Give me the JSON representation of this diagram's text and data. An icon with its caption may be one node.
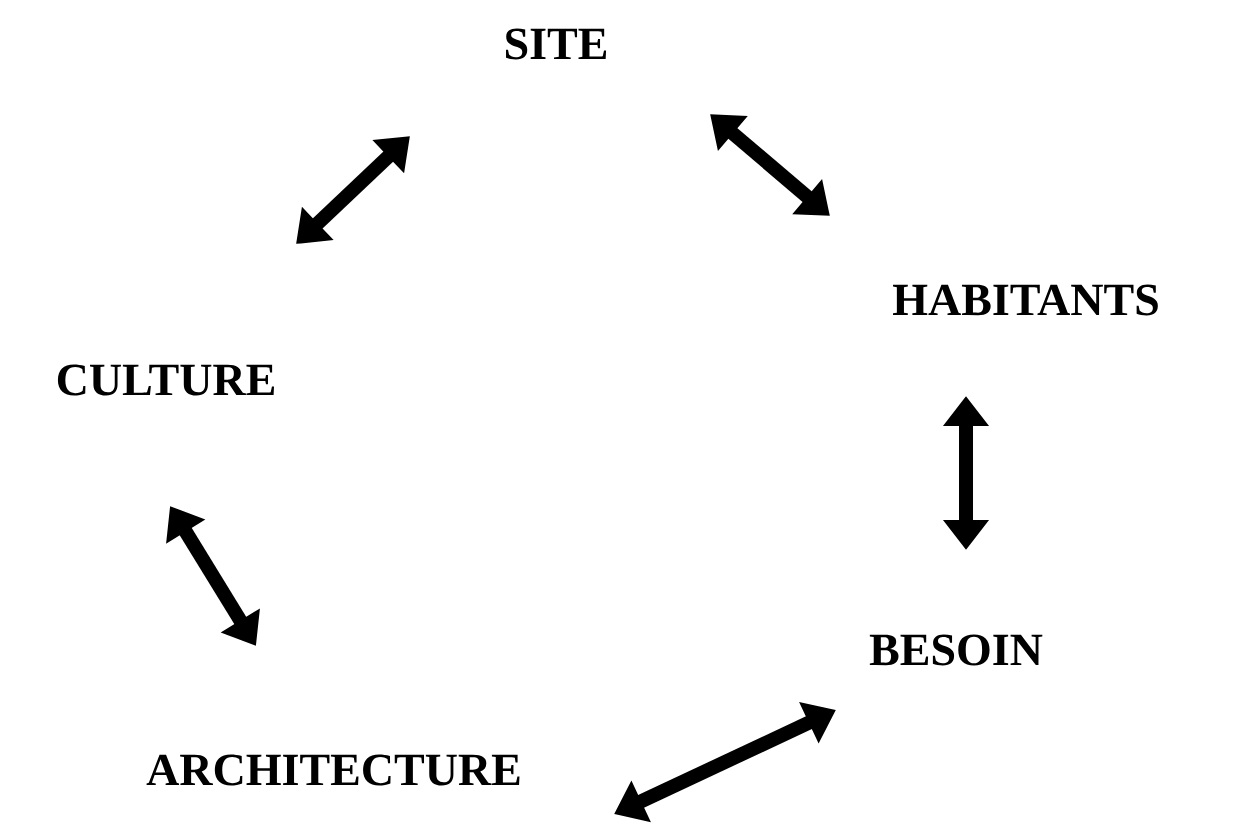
{
  "diagram": {
    "nodes": [
      {
        "text": [
          "SITE"
        ]
      },
      {
        "text": [
          "HABITANTS"
        ]
      },
      {
        "text": [
          "BESOIN"
        ]
      },
      {
        "text": [
          "ARCHITECTURE"
        ]
      },
      {
        "text": [
          "CULTURE"
        ]
      }
    ],
    "edges": [
      {
        "from": 0,
        "to": 1,
        "arrow": "both"
      },
      {
        "from": 1,
        "to": 2,
        "arrow": "both"
      },
      {
        "from": 2,
        "to": 3,
        "arrow": "both"
      },
      {
        "from": 3,
        "to": 4,
        "arrow": "both"
      },
      {
        "from": 4,
        "to": 0,
        "arrow": "both"
      }
    ]
  }
}
